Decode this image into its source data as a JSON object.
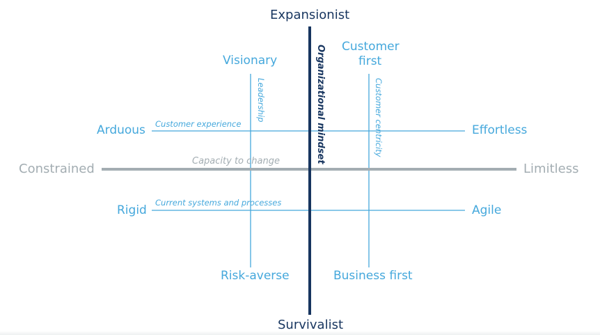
{
  "diagram": {
    "main_axes": {
      "top_label": "Expansionist",
      "bottom_label": "Survivalist",
      "left_label": "Constrained",
      "right_label": "Limitless",
      "vertical_axis_title": "Organizational mindset",
      "horizontal_axis_title": "Capacity to change"
    },
    "leadership_axis": {
      "title": "Leadership",
      "top_label": "Visionary",
      "bottom_label": "Risk-averse"
    },
    "customer_axis": {
      "title": "Customer centricity",
      "top_label_line1": "Customer",
      "top_label_line2": "first",
      "bottom_label": "Business first"
    },
    "experience_axis": {
      "title": "Customer experience",
      "left_label": "Arduous",
      "right_label": "Effortless"
    },
    "systems_axis": {
      "title": "Current systems and processes",
      "left_label": "Rigid",
      "right_label": "Agile"
    },
    "colors": {
      "navy": "#17355f",
      "blue": "#45a8dc",
      "grey": "#a3adb2"
    }
  }
}
